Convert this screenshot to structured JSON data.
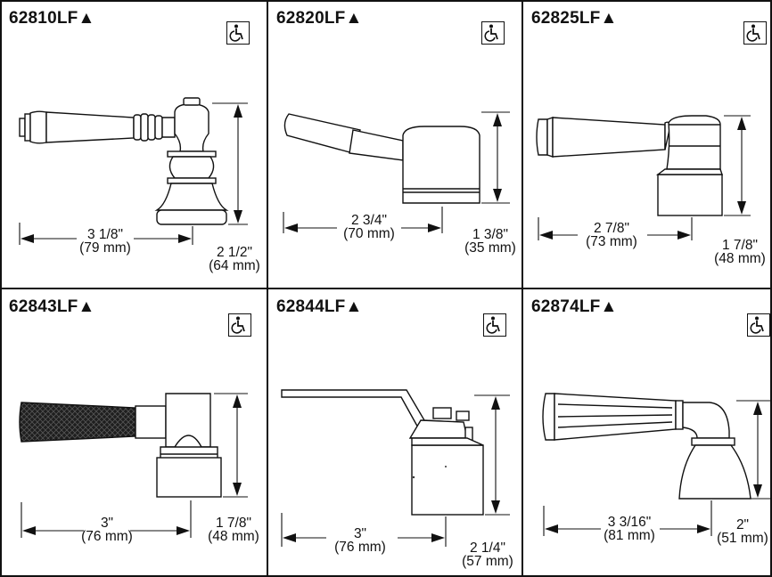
{
  "panels": [
    {
      "model": "62810LF▲",
      "width_in": "3 1/8\"",
      "width_mm": "(79 mm)",
      "height_in": "2 1/2\"",
      "height_mm": "(64 mm)",
      "accessible_icon": "wheelchair-icon"
    },
    {
      "model": "62820LF▲",
      "width_in": "2 3/4\"",
      "width_mm": "(70 mm)",
      "height_in": "1 3/8\"",
      "height_mm": "(35 mm)",
      "accessible_icon": "wheelchair-icon"
    },
    {
      "model": "62825LF▲",
      "width_in": "2 7/8\"",
      "width_mm": "(73 mm)",
      "height_in": "1 7/8\"",
      "height_mm": "(48 mm)",
      "accessible_icon": "wheelchair-icon"
    },
    {
      "model": "62843LF▲",
      "width_in": "3\"",
      "width_mm": "(76 mm)",
      "height_in": "1 7/8\"",
      "height_mm": "(48 mm)",
      "accessible_icon": "wheelchair-icon"
    },
    {
      "model": "62844LF▲",
      "width_in": "3\"",
      "width_mm": "(76 mm)",
      "height_in": "2 1/4\"",
      "height_mm": "(57 mm)",
      "accessible_icon": "wheelchair-icon"
    },
    {
      "model": "62874LF▲",
      "width_in": "3 3/16\"",
      "width_mm": "(81 mm)",
      "height_in": "2\"",
      "height_mm": "(51 mm)",
      "accessible_icon": "wheelchair-icon"
    }
  ]
}
